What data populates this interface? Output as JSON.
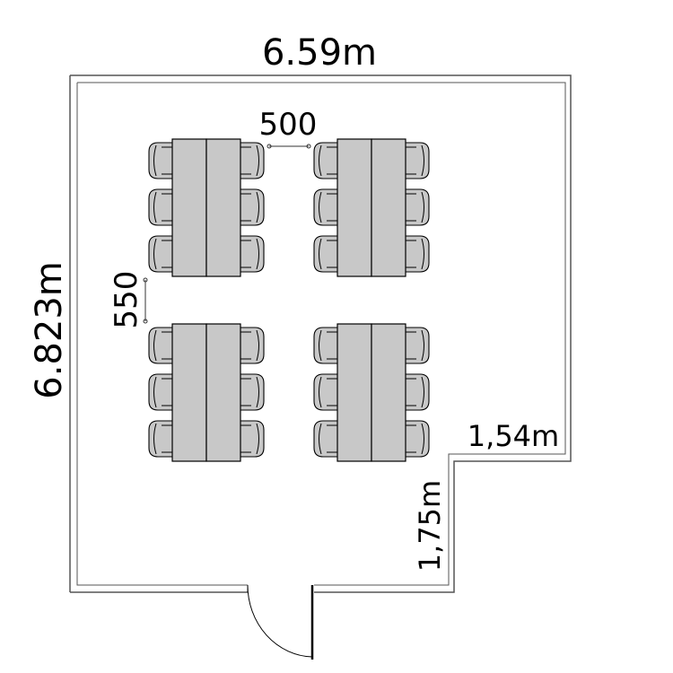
{
  "dimensions": {
    "top_width": "6.59m",
    "left_height": "6.823m",
    "table_gap_horizontal": "500",
    "table_gap_vertical": "550",
    "notch_width": "1,54m",
    "notch_height": "1,75m"
  },
  "layout": {
    "table_groups": 4,
    "chairs_per_side": 3
  },
  "colors": {
    "table_fill": "#c8c8c8",
    "outline": "#000000",
    "wall": "#555555"
  }
}
